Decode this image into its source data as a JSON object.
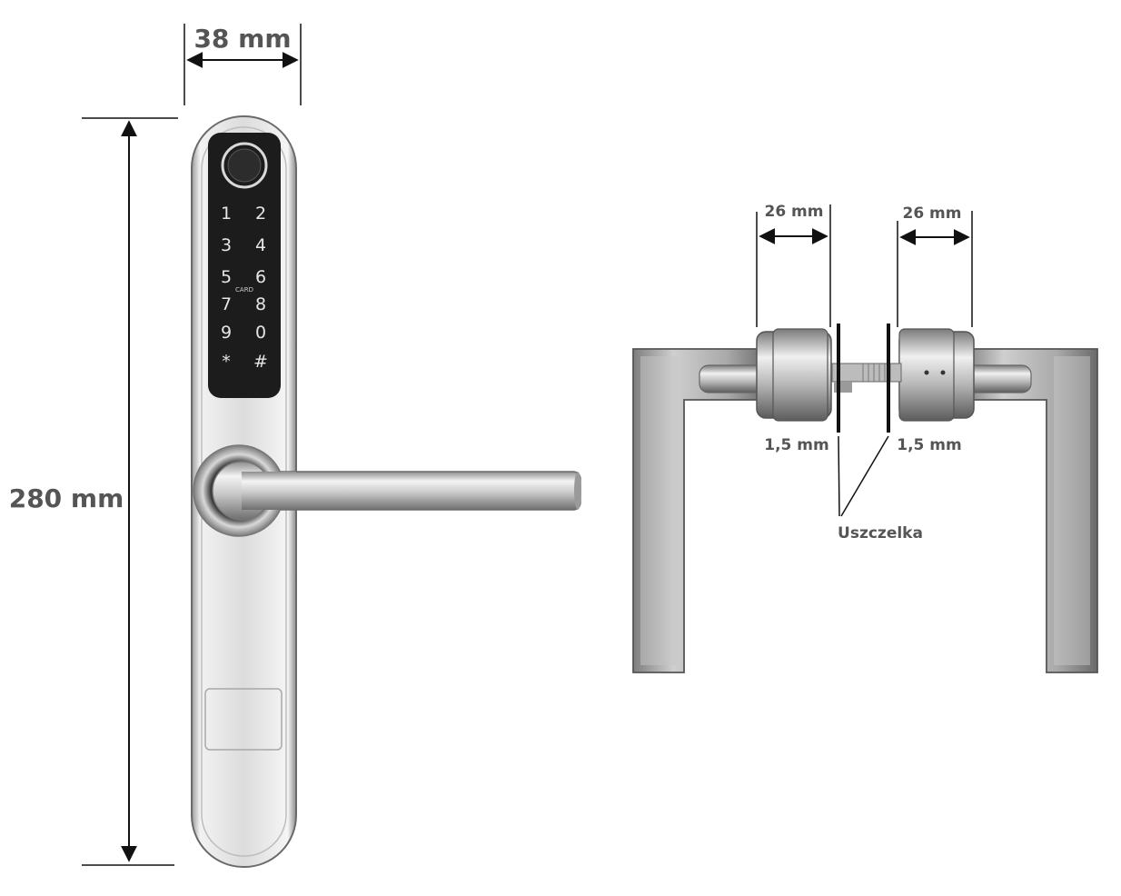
{
  "dimensions": {
    "width": "38 mm",
    "height": "280 mm",
    "left_rose": "26 mm",
    "right_rose": "26 mm",
    "left_gap": "1,5 mm",
    "right_gap": "1,5 mm"
  },
  "callout": "Uszczelka",
  "keypad": {
    "keys": [
      "1",
      "2",
      "3",
      "4",
      "5",
      "6",
      "7",
      "8",
      "9",
      "0",
      "*",
      "#"
    ],
    "card_label": "CARD"
  },
  "colors": {
    "dimension_text": "#555555",
    "keypad_panel": "#1c1c1c",
    "metal": "#c8c8c8"
  }
}
